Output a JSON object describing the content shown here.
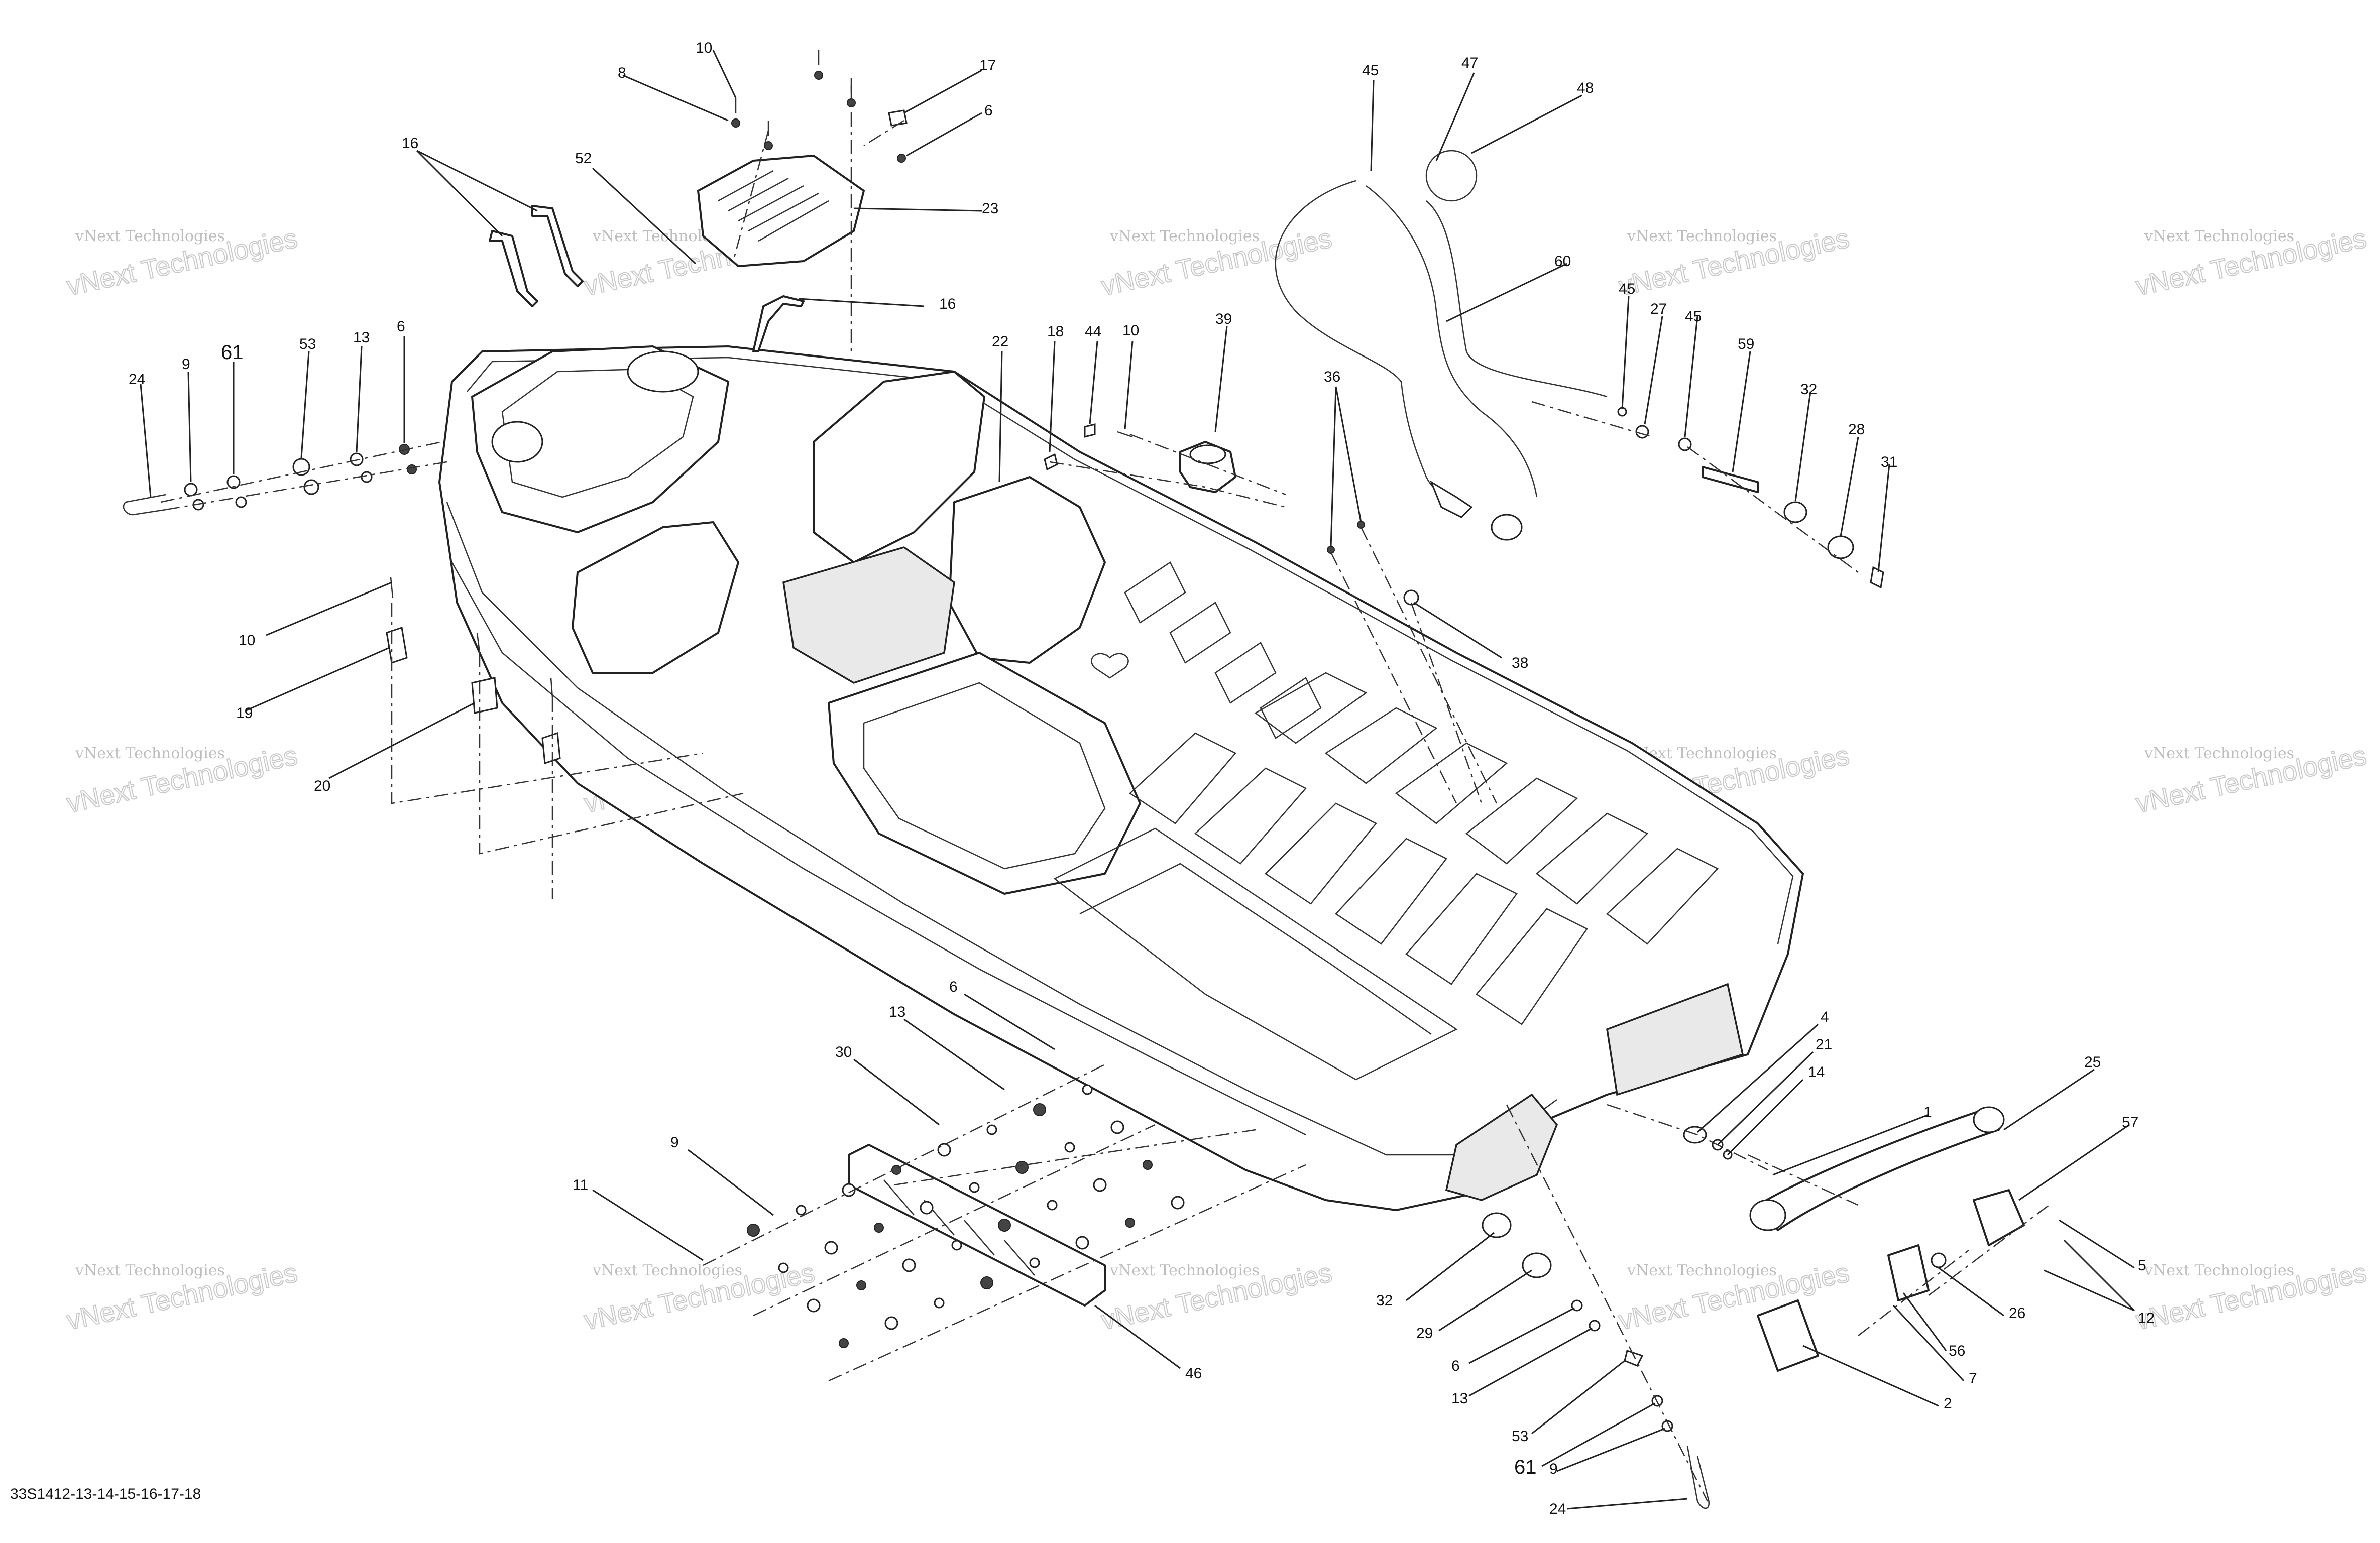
{
  "document": {
    "drawing_code": "33S1412-13-14-15-16-17-18"
  },
  "watermark": {
    "line1": "vNext Technologies",
    "line2": "vNext Technologies",
    "line3": "vNext"
  },
  "callouts": [
    {
      "id": "c10a",
      "label": "10"
    },
    {
      "id": "c8",
      "label": "8"
    },
    {
      "id": "c17",
      "label": "17"
    },
    {
      "id": "c6a",
      "label": "6"
    },
    {
      "id": "c16a",
      "label": "16"
    },
    {
      "id": "c52",
      "label": "52"
    },
    {
      "id": "c23",
      "label": "23"
    },
    {
      "id": "c16b",
      "label": "16"
    },
    {
      "id": "c24a",
      "label": "24"
    },
    {
      "id": "c9a",
      "label": "9"
    },
    {
      "id": "c61a",
      "label": "61"
    },
    {
      "id": "c53a",
      "label": "53"
    },
    {
      "id": "c13a",
      "label": "13"
    },
    {
      "id": "c6b",
      "label": "6"
    },
    {
      "id": "c22",
      "label": "22"
    },
    {
      "id": "c18",
      "label": "18"
    },
    {
      "id": "c44",
      "label": "44"
    },
    {
      "id": "c10b",
      "label": "10"
    },
    {
      "id": "c39",
      "label": "39"
    },
    {
      "id": "c45a",
      "label": "45"
    },
    {
      "id": "c47",
      "label": "47"
    },
    {
      "id": "c48",
      "label": "48"
    },
    {
      "id": "c60",
      "label": "60"
    },
    {
      "id": "c36",
      "label": "36"
    },
    {
      "id": "c45b",
      "label": "45"
    },
    {
      "id": "c27",
      "label": "27"
    },
    {
      "id": "c45c",
      "label": "45"
    },
    {
      "id": "c59",
      "label": "59"
    },
    {
      "id": "c32a",
      "label": "32"
    },
    {
      "id": "c28",
      "label": "28"
    },
    {
      "id": "c31",
      "label": "31"
    },
    {
      "id": "c38",
      "label": "38"
    },
    {
      "id": "c10c",
      "label": "10"
    },
    {
      "id": "c19",
      "label": "19"
    },
    {
      "id": "c20",
      "label": "20"
    },
    {
      "id": "c6c",
      "label": "6"
    },
    {
      "id": "c13b",
      "label": "13"
    },
    {
      "id": "c30",
      "label": "30"
    },
    {
      "id": "c9b",
      "label": "9"
    },
    {
      "id": "c11",
      "label": "11"
    },
    {
      "id": "c46",
      "label": "46"
    },
    {
      "id": "c4",
      "label": "4"
    },
    {
      "id": "c21",
      "label": "21"
    },
    {
      "id": "c14",
      "label": "14"
    },
    {
      "id": "c1",
      "label": "1"
    },
    {
      "id": "c25",
      "label": "25"
    },
    {
      "id": "c57",
      "label": "57"
    },
    {
      "id": "c5",
      "label": "5"
    },
    {
      "id": "c12",
      "label": "12"
    },
    {
      "id": "c26",
      "label": "26"
    },
    {
      "id": "c56",
      "label": "56"
    },
    {
      "id": "c7",
      "label": "7"
    },
    {
      "id": "c2",
      "label": "2"
    },
    {
      "id": "c32b",
      "label": "32"
    },
    {
      "id": "c29",
      "label": "29"
    },
    {
      "id": "c6d",
      "label": "6"
    },
    {
      "id": "c13c",
      "label": "13"
    },
    {
      "id": "c53b",
      "label": "53"
    },
    {
      "id": "c61b",
      "label": "61"
    },
    {
      "id": "c9c",
      "label": "9"
    },
    {
      "id": "c24b",
      "label": "24"
    }
  ]
}
